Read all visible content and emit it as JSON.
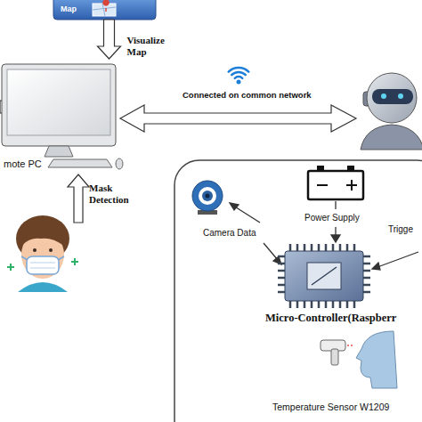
{
  "diagram": {
    "nodes": [
      {
        "text": [
          "Map"
        ]
      },
      {
        "text": [
          "mote PC"
        ]
      },
      {
        "text": [
          "Micro-Controller(Raspberr"
        ]
      },
      {
        "text": [
          "Temperature Sensor W1209"
        ]
      }
    ],
    "edges": [
      {
        "from": 0,
        "to": 1,
        "label": "Visualize Map",
        "arrow": "to"
      }
    ],
    "labels": [
      "Connected on common network",
      "Mask Detection",
      "Camera Data",
      "Power Supply",
      "Trigge"
    ]
  }
}
